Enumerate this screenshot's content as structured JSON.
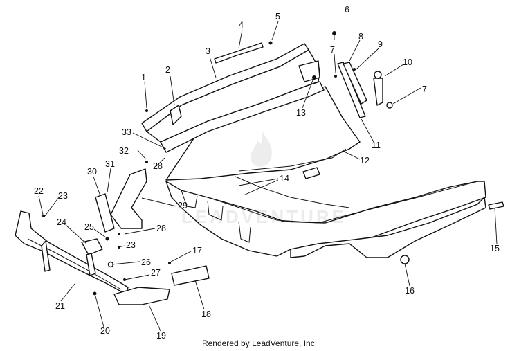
{
  "diagram": {
    "callouts": [
      "1",
      "2",
      "3",
      "4",
      "5",
      "6",
      "7",
      "7",
      "8",
      "9",
      "10",
      "11",
      "12",
      "13",
      "14",
      "15",
      "16",
      "17",
      "18",
      "19",
      "20",
      "21",
      "22",
      "23",
      "23",
      "24",
      "25",
      "26",
      "27",
      "28",
      "28",
      "29",
      "30",
      "31",
      "32",
      "33"
    ]
  },
  "watermark": {
    "text": "LEADVENTURE"
  },
  "footer": {
    "text": "Rendered by LeadVenture, Inc."
  }
}
